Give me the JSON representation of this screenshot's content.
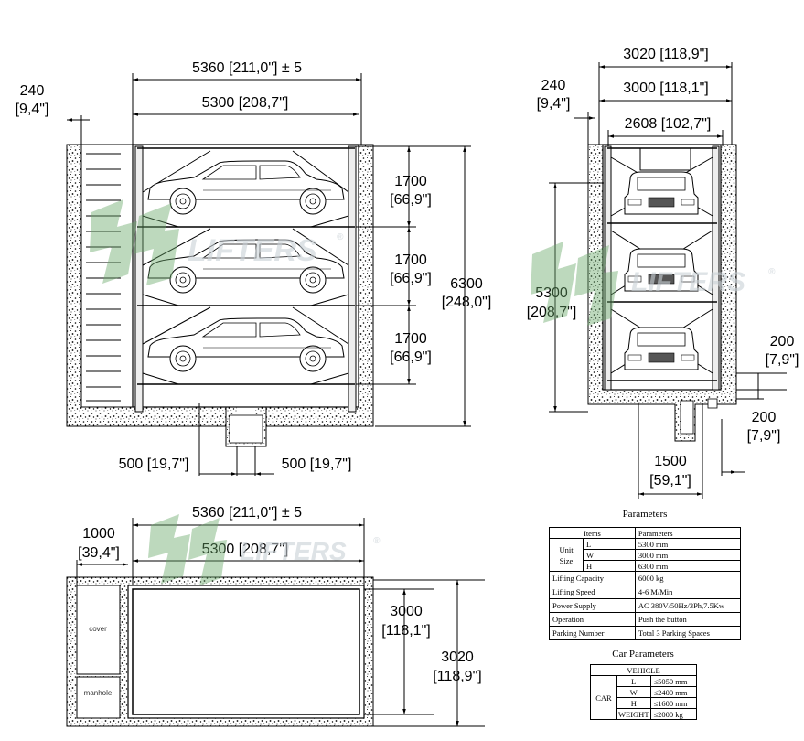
{
  "dims": {
    "front_outer": "5360 [211,0\"] ± 5",
    "front_inner": "5300 [208,7\"]",
    "front_left_w": "240",
    "front_left_w_in": "[9,4\"]",
    "level_h": "1700",
    "level_h_in": "[66,9\"]",
    "total_h": "6300",
    "total_h_in": "[248,0\"]",
    "pit_left": "500 [19,7\"]",
    "pit_right": "500 [19,7\"]",
    "side_outer": "3020 [118,9\"]",
    "side_mid": "3000 [118,1\"]",
    "side_inner": "2608 [102,7\"]",
    "side_left_w": "240",
    "side_left_w_in": "[9,4\"]",
    "side_h": "5300",
    "side_h_in": "[208,7\"]",
    "side_r1": "200",
    "side_r1_in": "[7,9\"]",
    "side_r2": "200",
    "side_r2_in": "[7,9\"]",
    "side_pit": "1500",
    "side_pit_in": "[59,1\"]",
    "plan_outer": "5360 [211,0\"] ± 5",
    "plan_inner": "5300 [208,7\"]",
    "plan_left": "1000",
    "plan_left_in": "[39,4\"]",
    "plan_h1": "3000",
    "plan_h1_in": "[118,1\"]",
    "plan_h2": "3020",
    "plan_h2_in": "[118,9\"]",
    "cover": "cover",
    "manhole": "manhole"
  },
  "watermark": {
    "text": "LIFTERS",
    "reg": "®"
  },
  "params": {
    "title": "Parameters",
    "h_items": "Items",
    "h_params": "Parameters",
    "unit_size": [
      "Unit",
      "Size"
    ],
    "l": "L",
    "l_val": "5300 mm",
    "w": "W",
    "w_val": "3000 mm",
    "h": "H",
    "h_val": "6300 mm",
    "rows": [
      {
        "k": "Lifting Capacity",
        "v": "6000 kg"
      },
      {
        "k": "Lifting Speed",
        "v": "4-6 M/Min"
      },
      {
        "k": "Power Supply",
        "v": "AC 380V/50Hz/3Ph,7.5Kw"
      },
      {
        "k": "Operation",
        "v": "Push the button"
      },
      {
        "k": "Parking Number",
        "v": "Total 3 Parking Spaces"
      }
    ]
  },
  "car": {
    "title": "Car Parameters",
    "vehicle": "VEHICLE",
    "car": "CAR",
    "rows": [
      {
        "k": "L",
        "v": "≤5050 mm"
      },
      {
        "k": "W",
        "v": "≤2400 mm"
      },
      {
        "k": "H",
        "v": "≤1600 mm"
      },
      {
        "k": "WEIGHT",
        "v": "≤2000 kg"
      }
    ]
  }
}
